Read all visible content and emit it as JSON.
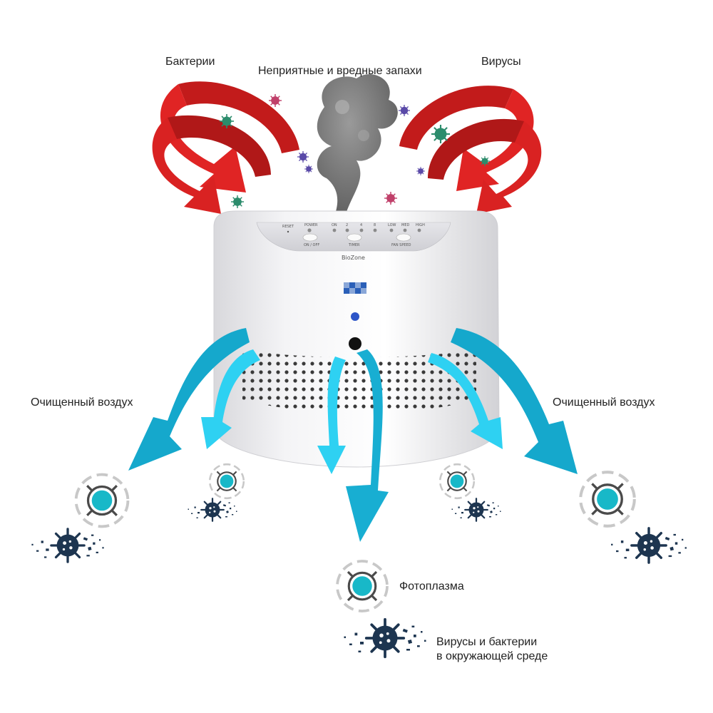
{
  "labels": {
    "bacteria": "Бактерии",
    "odors": "Неприятные и вредные запахи",
    "viruses": "Вирусы",
    "clean_air_left": "Очищенный воздух",
    "clean_air_right": "Очищенный воздух",
    "photoplasma": "Фотоплазма",
    "microbes_line1": "Вирусы и бактерии",
    "microbes_line2": "в окружающей среде"
  },
  "device": {
    "brand": "BioZone",
    "panel": {
      "reset": "RESET",
      "power": "POWER",
      "on_off": "ON / OFF",
      "timer_on": "ON",
      "timer_1": "2",
      "timer_2": "4",
      "timer_3": "8",
      "timer": "TIMER",
      "low": "LOW",
      "med": "MED",
      "high": "HIGH",
      "fan_speed": "FAN SPEED"
    }
  },
  "colors": {
    "red_arrow": "#d42020",
    "cyan_arrow": "#15b8d8",
    "smoke": "#7d7d7d",
    "device_body": "#f1f1f3",
    "photoplasma_dot": "#18b8c8",
    "microbe": "#1d3550",
    "germ_green": "#2c8c6c",
    "germ_purple": "#5a4aa8",
    "germ_pink": "#c0406a"
  },
  "icons": [
    "red-swirl-arrow-icon",
    "smoke-icon",
    "germ-icon",
    "cyan-arrow-icon",
    "photoplasma-icon",
    "microbe-icon"
  ]
}
